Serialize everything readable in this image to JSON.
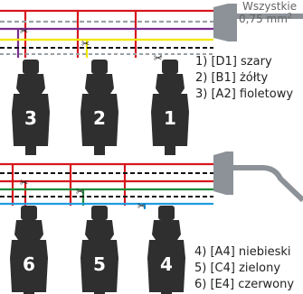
{
  "header": {
    "line1": "Wszystkie",
    "line2": "0,75 mm",
    "sup": "2"
  },
  "colors": {
    "red": "#d7161d",
    "grey": "#9aa1a6",
    "yellow": "#f2e600",
    "violet": "#7a2c8f",
    "blue": "#1e9be0",
    "green": "#1f8a3a",
    "black": "#111111",
    "connector": "#8c9298",
    "injector": "#2f2f2f"
  },
  "top_group": {
    "injectors": [
      "3",
      "2",
      "1"
    ],
    "legend": [
      "1) [D1] szary",
      "2) [B1] żółty",
      "3) [A2] fioletowy"
    ]
  },
  "bottom_group": {
    "injectors": [
      "6",
      "5",
      "4"
    ],
    "legend": [
      "4) [A4] niebieski",
      "5) [C4] zielony",
      "6) [E4] czerwony"
    ]
  }
}
